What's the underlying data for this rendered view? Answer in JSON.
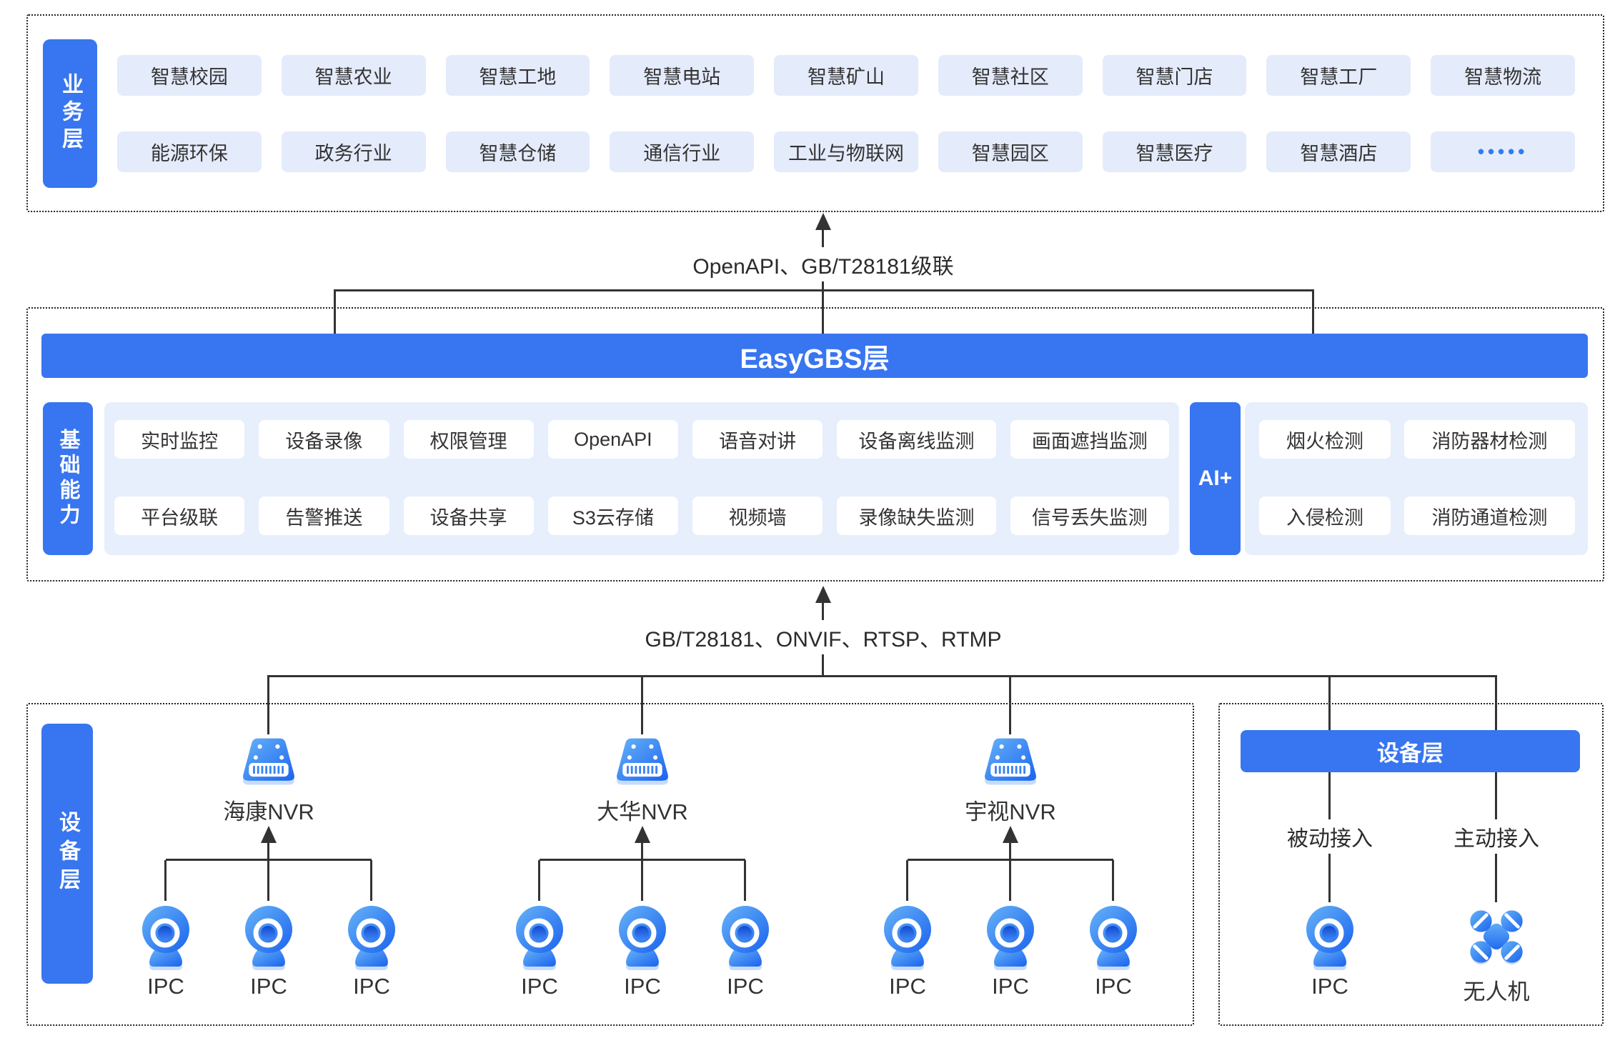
{
  "colors": {
    "accent_blue": "#3875F0",
    "chip_bg": "#E4EBFB",
    "panel_bg": "#E7EEFC",
    "line": "#333333",
    "dots_blue": "#2E7CF0"
  },
  "business": {
    "layer_label": "业务层",
    "row1": [
      "智慧校园",
      "智慧农业",
      "智慧工地",
      "智慧电站",
      "智慧矿山",
      "智慧社区",
      "智慧门店",
      "智慧工厂",
      "智慧物流"
    ],
    "row2": [
      "能源环保",
      "政务行业",
      "智慧仓储",
      "通信行业",
      "工业与物联网",
      "智慧园区",
      "智慧医疗",
      "智慧酒店",
      "•••••"
    ]
  },
  "connector_top": {
    "label": "OpenAPI、GB/T28181级联"
  },
  "easygbs": {
    "banner_label": "EasyGBS层"
  },
  "capabilities": {
    "layer_label": "基础能力",
    "row1": [
      "实时监控",
      "设备录像",
      "权限管理",
      "OpenAPI",
      "语音对讲",
      "设备离线监测",
      "画面遮挡监测"
    ],
    "row2": [
      "平台级联",
      "告警推送",
      "设备共享",
      "S3云存储",
      "视频墙",
      "录像缺失监测",
      "信号丢失监测"
    ]
  },
  "ai": {
    "pill_label": "AI+",
    "row1": [
      "烟火检测",
      "消防器材检测"
    ],
    "row2": [
      "入侵检测",
      "消防通道检测"
    ]
  },
  "connector_bottom": {
    "label": "GB/T28181、ONVIF、RTSP、RTMP"
  },
  "device_layer_left": {
    "layer_label": "设备层",
    "groups": [
      {
        "nvr_label": "海康NVR",
        "ipcs": [
          "IPC",
          "IPC",
          "IPC"
        ]
      },
      {
        "nvr_label": "大华NVR",
        "ipcs": [
          "IPC",
          "IPC",
          "IPC"
        ]
      },
      {
        "nvr_label": "宇视NVR",
        "ipcs": [
          "IPC",
          "IPC",
          "IPC"
        ]
      }
    ]
  },
  "device_layer_right": {
    "banner_label": "设备层",
    "passive_label": "被动接入",
    "active_label": "主动接入",
    "passive_device_label": "IPC",
    "active_device_label": "无人机"
  },
  "icons": {
    "nvr": "nvr-recorder-icon",
    "ipc": "ipc-camera-icon",
    "drone": "drone-icon"
  }
}
